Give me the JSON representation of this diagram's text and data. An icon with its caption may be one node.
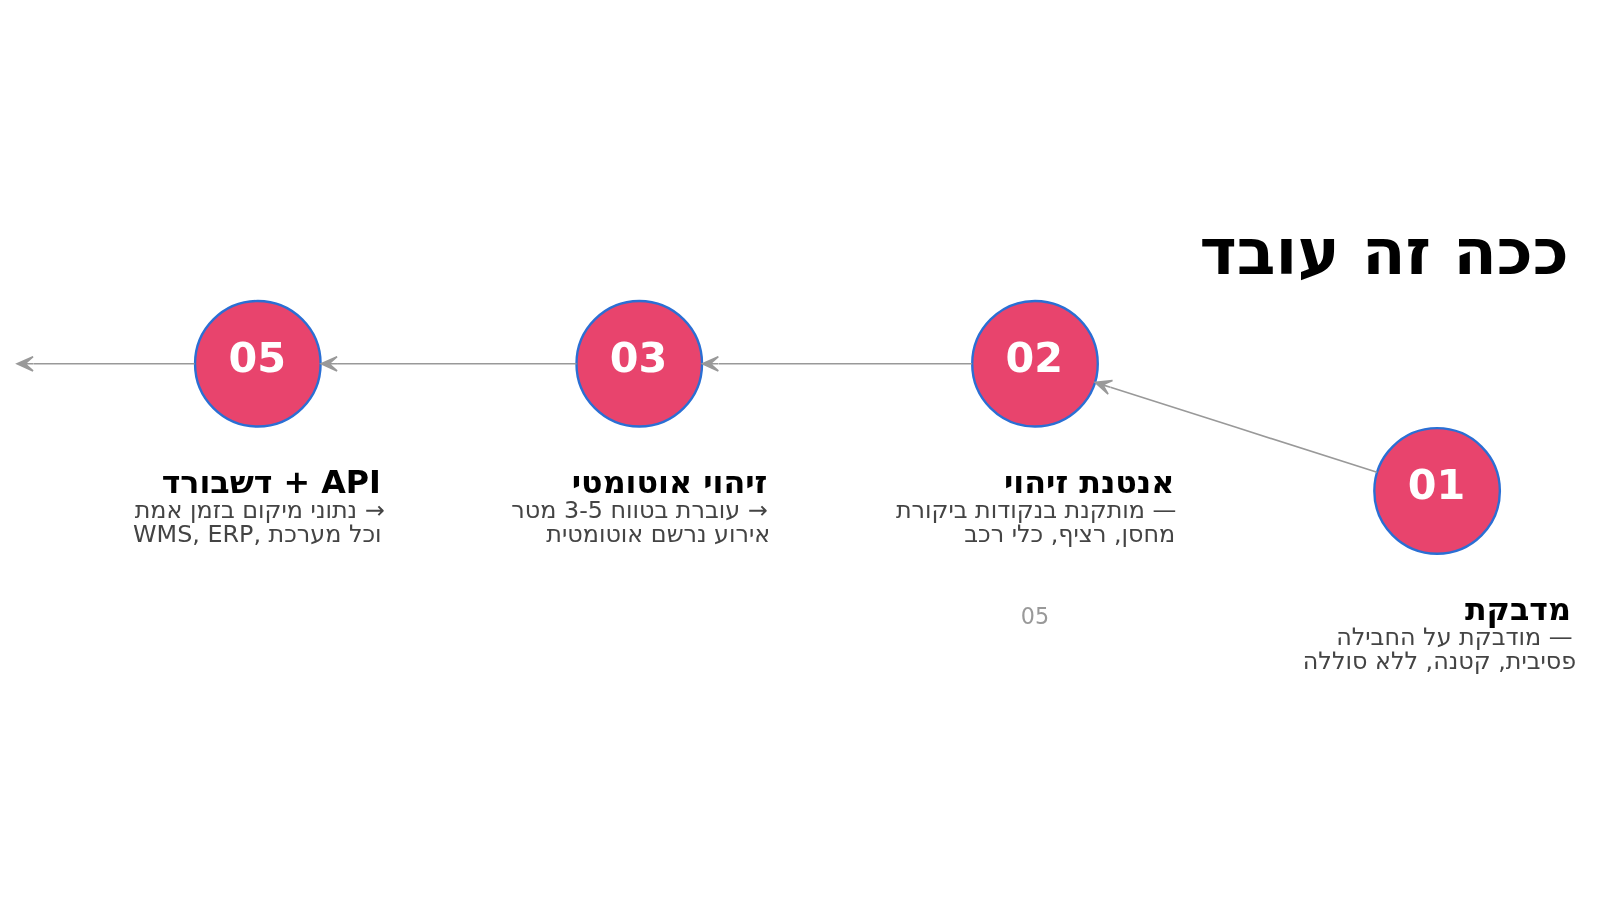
{
  "diagram": {
    "title": "ככה זה עובד",
    "nodes": [
      {
        "text": [
          "01"
        ],
        "beside": [
          "מדבקת",
          "מודבקת על החבילה — פסיבית, קטנה, ללא סוללה"
        ]
      },
      {
        "text": [
          "02"
        ],
        "beside": [
          "אנטנת זיהוי",
          "מותקנת בנקודות ביקורת — מחסן, רציף, כלי רכב"
        ]
      },
      {
        "text": [
          "03"
        ],
        "beside": [
          "זיהוי אוטומטי",
          "עוברת בטווח 3-5 מטר → אירוע נרשם אוטומטית"
        ]
      },
      {
        "text": [
          "05"
        ],
        "beside": [
          "דשבורד + API",
          "נתוני מיקום בזמן אמת → WMS, ERP, וכל מערכת"
        ]
      }
    ],
    "edges": [
      {
        "from": 0,
        "to": 1,
        "arrow": "to"
      },
      {
        "from": 1,
        "to": 2,
        "arrow": "to"
      },
      {
        "from": 2,
        "to": 3,
        "arrow": "to"
      },
      {
        "from": 3,
        "to": null,
        "arrow": "to"
      }
    ],
    "labels": [
      "05"
    ]
  }
}
